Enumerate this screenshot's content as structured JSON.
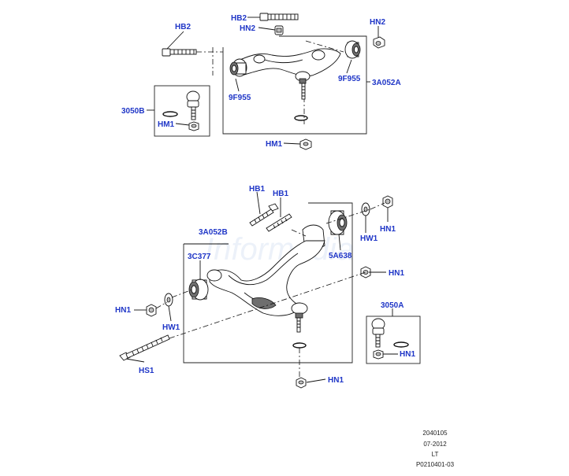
{
  "watermark": "Informedia",
  "labels": {
    "hb2_top": "HB2",
    "hn2_top_center": "HN2",
    "hn2_top_right": "HN2",
    "hb2_left": "HB2",
    "l_9f955_left": "9F955",
    "l_9f955_right": "9F955",
    "l_3a052a": "3A052A",
    "l_3050b": "3050B",
    "hm1_box": "HM1",
    "hm1_bottom": "HM1",
    "hb1_a": "HB1",
    "hb1_b": "HB1",
    "hn1_top_right": "HN1",
    "hw1_right": "HW1",
    "l_3a052b": "3A052B",
    "l_3c377": "3C377",
    "l_5a638": "5A638",
    "hn1_right": "HN1",
    "hn1_left": "HN1",
    "hw1_left": "HW1",
    "l_3050a": "3050A",
    "hn1_box": "HN1",
    "hs1": "HS1",
    "hn1_bottom": "HN1"
  },
  "footer": {
    "code": "2040105",
    "date": "07-2012",
    "side": "LT",
    "ref": "P0210401-03"
  }
}
